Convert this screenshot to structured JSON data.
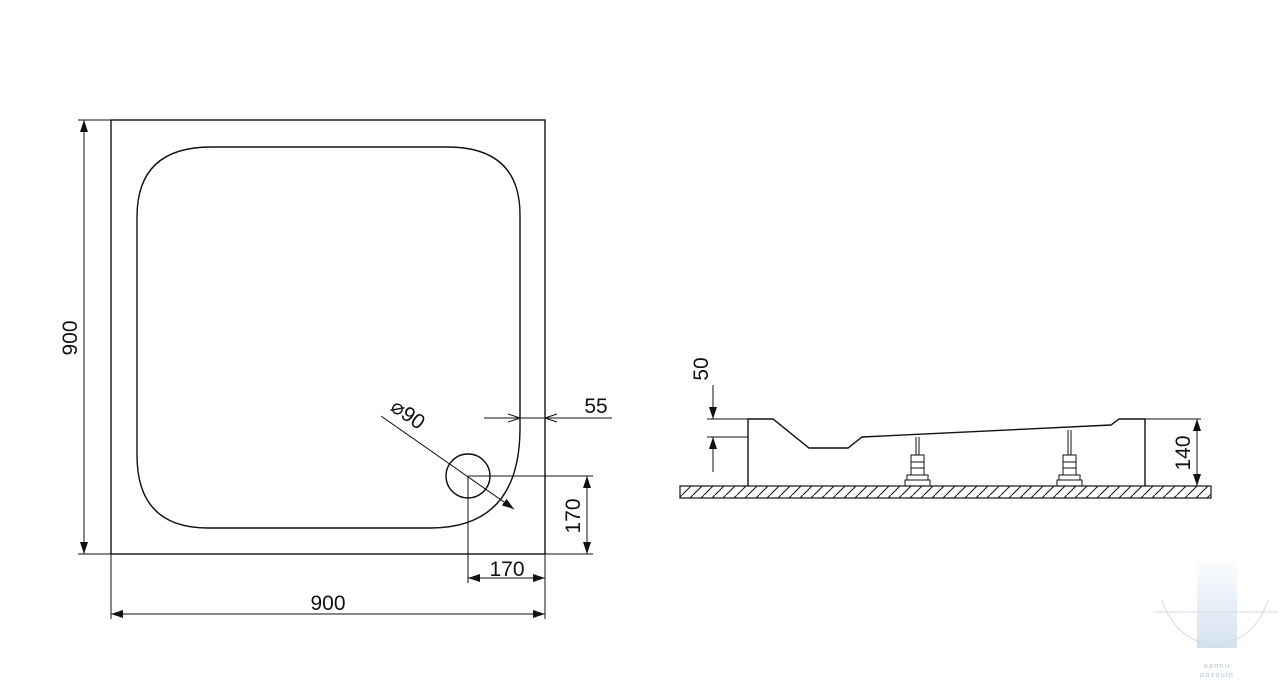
{
  "plan_view": {
    "width_label": "900",
    "height_label": "900",
    "rim_label": "55",
    "drain_diameter_label": "⌀90",
    "drain_offset_x_label": "170",
    "drain_offset_y_label": "170"
  },
  "side_view": {
    "rim_height_label": "50",
    "total_height_label": "140"
  },
  "watermark": {
    "line1": "vannu",
    "line2": "pasaule"
  }
}
